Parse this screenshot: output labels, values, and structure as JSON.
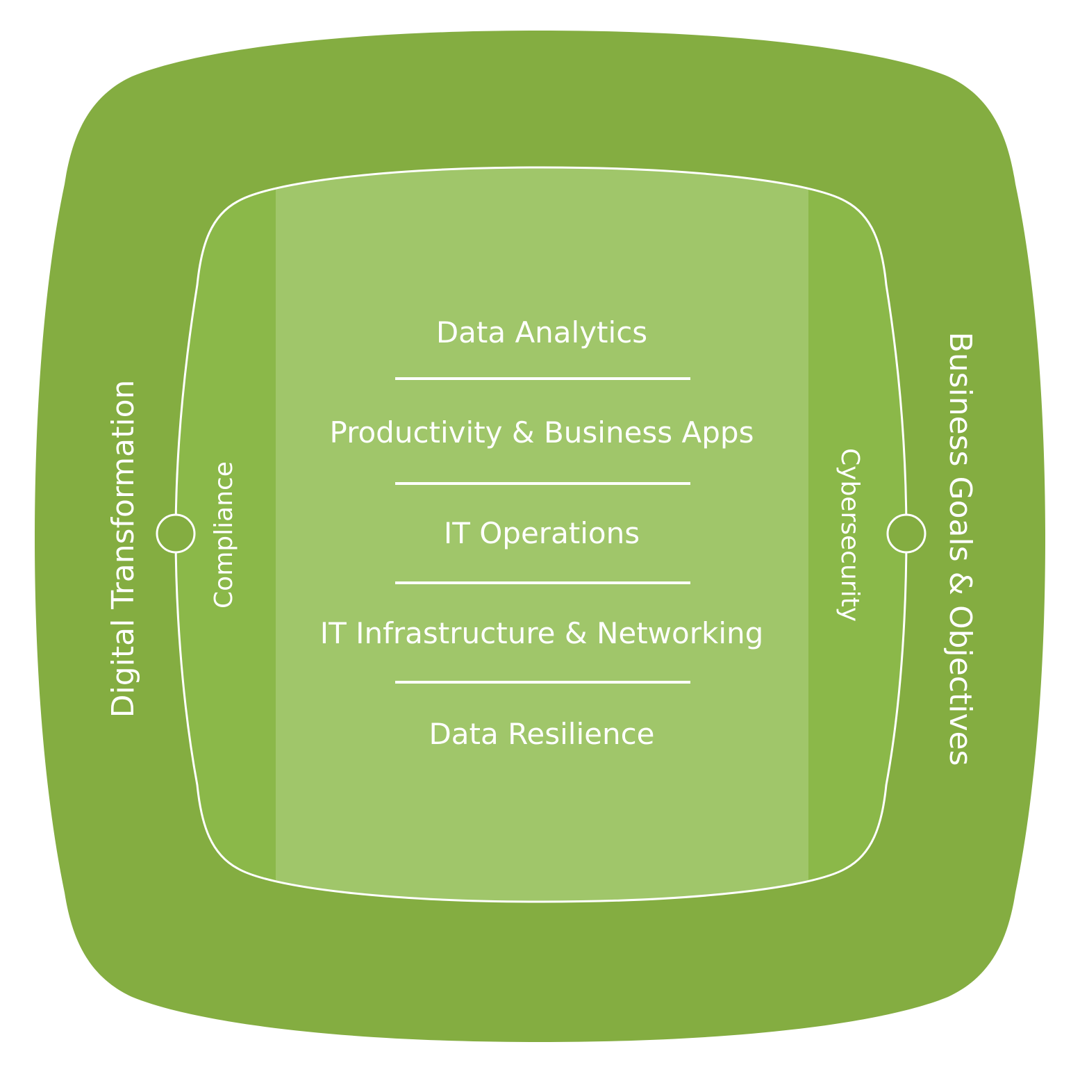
{
  "diagram": {
    "outer_label_left": "Digital Transformation",
    "outer_label_right": "Business Goals & Objectives",
    "inner_label_left": "Compliance",
    "inner_label_right": "Cybersecurity",
    "center_items": [
      "Data Analytics",
      "Productivity & Business Apps",
      "IT Operations",
      "IT Infrastructure & Networking",
      "Data Resilience"
    ]
  },
  "colors": {
    "outer_green": "#84AD41",
    "inner_band_green": "#8BB849",
    "center_green": "#A0C66A",
    "line_white": "#FFFFFF"
  }
}
